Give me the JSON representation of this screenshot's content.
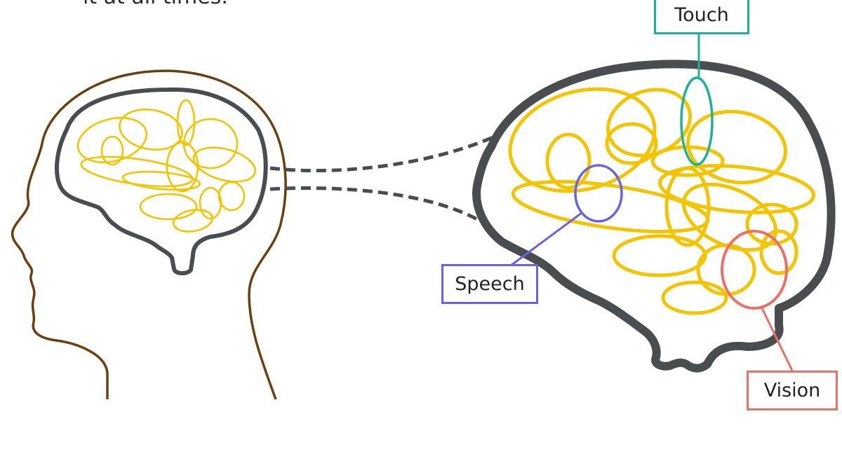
{
  "caption": "it at all times.",
  "labels": {
    "touch": "Touch",
    "speech": "Speech",
    "vision": "Vision"
  },
  "colors": {
    "head_outline": "#6b3f10",
    "brain_outline": "#4a4d4f",
    "neural_tangles": "#f5c400",
    "touch": "#1bb394",
    "speech": "#6762e8",
    "vision": "#ee6f63",
    "connector": "#4a4d4f"
  },
  "icons": [
    "head-silhouette-icon",
    "small-brain-icon",
    "large-brain-icon"
  ]
}
